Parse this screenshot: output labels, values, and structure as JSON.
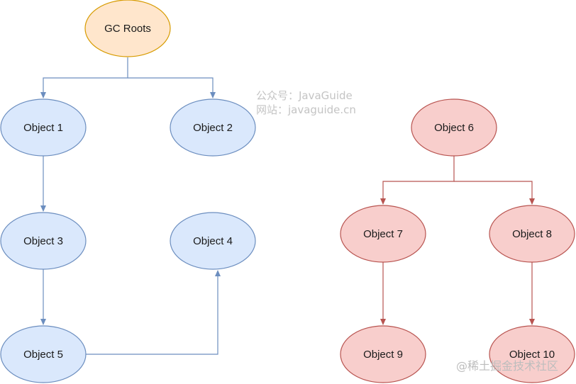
{
  "colors": {
    "root_fill": "#ffe6cc",
    "root_stroke": "#d79b00",
    "blue_fill": "#dae8fc",
    "blue_stroke": "#6c8ebf",
    "blue_edge": "#6c8ebf",
    "red_fill": "#f8cecc",
    "red_stroke": "#b85450",
    "red_edge": "#b85450"
  },
  "nodes": {
    "gc_roots": "GC Roots",
    "object1": "Object 1",
    "object2": "Object 2",
    "object3": "Object 3",
    "object4": "Object 4",
    "object5": "Object 5",
    "object6": "Object 6",
    "object7": "Object 7",
    "object8": "Object 8",
    "object9": "Object 9",
    "object10": "Object 10"
  },
  "edges": [
    {
      "from": "GC Roots",
      "to": "Object 1"
    },
    {
      "from": "GC Roots",
      "to": "Object 2"
    },
    {
      "from": "Object 1",
      "to": "Object 3"
    },
    {
      "from": "Object 3",
      "to": "Object 5"
    },
    {
      "from": "Object 5",
      "to": "Object 4"
    },
    {
      "from": "Object 6",
      "to": "Object 7"
    },
    {
      "from": "Object 6",
      "to": "Object 8"
    },
    {
      "from": "Object 7",
      "to": "Object 9"
    },
    {
      "from": "Object 8",
      "to": "Object 10"
    }
  ],
  "watermark": {
    "line1": "公众号：JavaGuide",
    "line2": "网站：javaguide.cn",
    "footer": "@稀土掘金技术社区"
  }
}
